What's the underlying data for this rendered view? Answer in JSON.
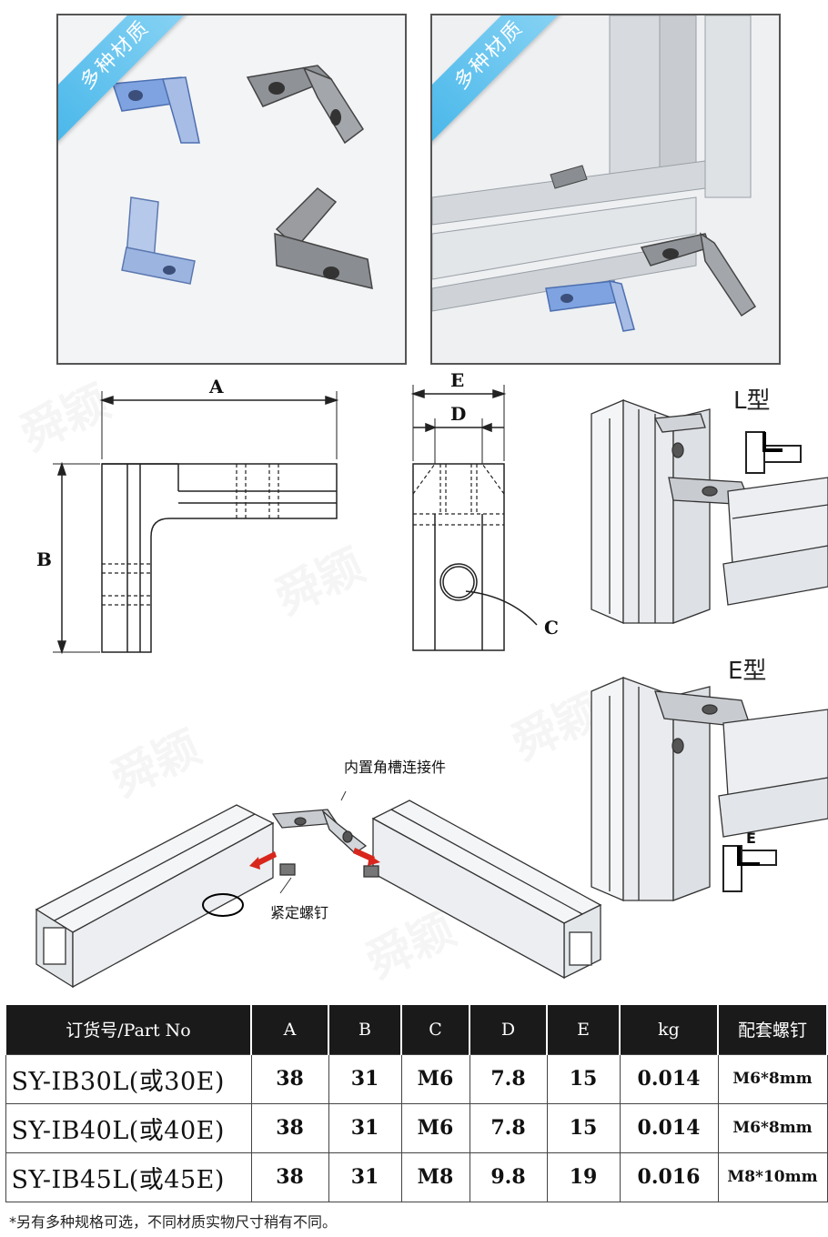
{
  "photos": {
    "left_ribbon": "多种材质",
    "right_ribbon": "多种材质"
  },
  "drawing": {
    "dim_a": "A",
    "dim_b": "B",
    "dim_c": "C",
    "dim_d": "D",
    "dim_e": "E"
  },
  "types": {
    "l_type": "L型",
    "e_type": "E型",
    "e_mark": "E"
  },
  "assembly": {
    "connector_label": "内置角槽连接件",
    "screw_label": "紧定螺钉"
  },
  "table": {
    "headers": [
      "订货号/Part No",
      "A",
      "B",
      "C",
      "D",
      "E",
      "kg",
      "配套螺钉"
    ],
    "rows": [
      [
        "SY-IB30L(或30E)",
        "38",
        "31",
        "M6",
        "7.8",
        "15",
        "0.014",
        "M6*8mm"
      ],
      [
        "SY-IB40L(或40E)",
        "38",
        "31",
        "M6",
        "7.8",
        "15",
        "0.014",
        "M6*8mm"
      ],
      [
        "SY-IB45L(或45E)",
        "38",
        "31",
        "M8",
        "9.8",
        "19",
        "0.016",
        "M8*10mm"
      ]
    ]
  },
  "footnote": "*另有多种规格可选，不同材质实物尺寸稍有不同。",
  "watermark": "舜颖",
  "colors": {
    "ribbon": "#49b7ea",
    "header_bg": "#1a1a1a",
    "blue_part": "#7fa3e0",
    "red_arrow": "#d8261c"
  }
}
